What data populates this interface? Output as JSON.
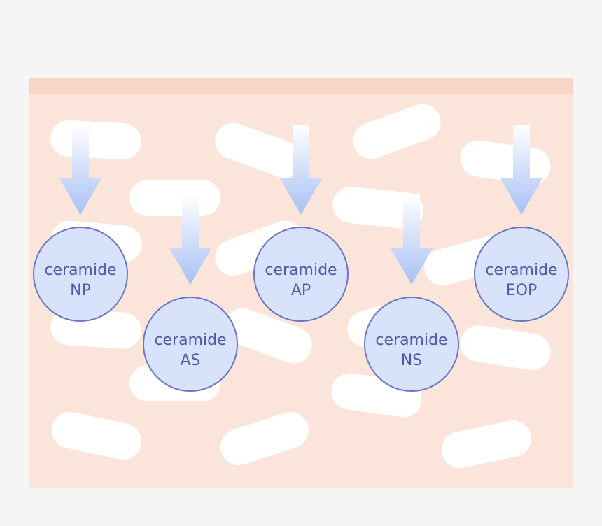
{
  "colors": {
    "background": "#f5f5f5",
    "skin": "#fbe4da",
    "skin_top": "#f8d6c6",
    "pill": "#ffffff",
    "circle_fill": "#d8e3fb",
    "circle_stroke": "#6a77c2",
    "text": "#4e5ca8",
    "arrow_start": "#ffffff",
    "arrow_end": "#a7c0f4"
  },
  "ceramides": [
    {
      "line1": "ceramide",
      "line2": "NP"
    },
    {
      "line1": "ceramide",
      "line2": "AS"
    },
    {
      "line1": "ceramide",
      "line2": "AP"
    },
    {
      "line1": "ceramide",
      "line2": "NS"
    },
    {
      "line1": "ceramide",
      "line2": "EOP"
    }
  ]
}
